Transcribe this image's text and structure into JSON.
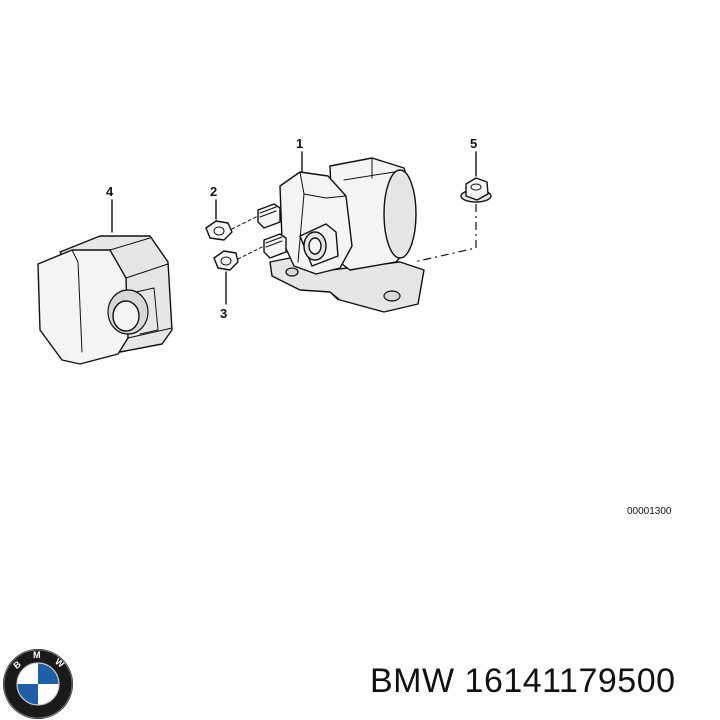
{
  "callouts": {
    "p1": "1",
    "p2": "2",
    "p3": "3",
    "p4": "4",
    "p5": "5"
  },
  "diagram_ref": "00001300",
  "footer": {
    "brand": "BMW",
    "part_number": "16141179500",
    "caption": "BMW 16141179500"
  },
  "logo": {
    "text": "BMW",
    "colors": {
      "ring": "#1a1a1a",
      "blue": "#1f5fa8",
      "white": "#ffffff"
    }
  }
}
